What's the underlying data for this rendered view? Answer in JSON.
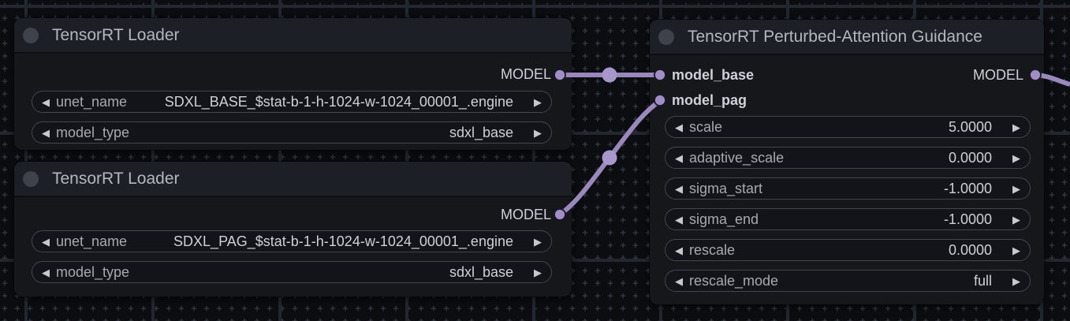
{
  "colors": {
    "canvas-bg": "#0b0d11",
    "grid-line": "#232830",
    "grid-cross": "#30343c",
    "node-bg": "#15171b",
    "node-title-bg": "#1c1f25",
    "collapse-dot": "#3d424b",
    "title-text": "#b4b7bb",
    "port-label": "#ced1d5",
    "widget-label": "#a6aaaf",
    "widget-value": "#ced0d4",
    "pill-bg": "#121419",
    "pill-border": "#43464d",
    "arrow": "#c6c9cd",
    "link": "#9a88bd",
    "port-dot": "#a08ec6",
    "reroute-dot": "#a897cb"
  },
  "icons": {
    "left_arrow": "◀",
    "right_arrow": "▶"
  },
  "nodes": [
    {
      "title": "TensorRT Loader",
      "outputs": [
        {
          "name": "MODEL"
        }
      ],
      "widgets": [
        {
          "label": "unet_name",
          "value": "SDXL_BASE_$stat-b-1-h-1024-w-1024_00001_.engine"
        },
        {
          "label": "model_type",
          "value": "sdxl_base"
        }
      ]
    },
    {
      "title": "TensorRT Loader",
      "outputs": [
        {
          "name": "MODEL"
        }
      ],
      "widgets": [
        {
          "label": "unet_name",
          "value": "SDXL_PAG_$stat-b-1-h-1024-w-1024_00001_.engine"
        },
        {
          "label": "model_type",
          "value": "sdxl_base"
        }
      ]
    },
    {
      "title": "TensorRT Perturbed-Attention Guidance",
      "inputs": [
        {
          "name": "model_base"
        },
        {
          "name": "model_pag"
        }
      ],
      "outputs": [
        {
          "name": "MODEL"
        }
      ],
      "widgets": [
        {
          "label": "scale",
          "value": "5.0000"
        },
        {
          "label": "adaptive_scale",
          "value": "0.0000"
        },
        {
          "label": "sigma_start",
          "value": "-1.0000"
        },
        {
          "label": "sigma_end",
          "value": "-1.0000"
        },
        {
          "label": "rescale",
          "value": "0.0000"
        },
        {
          "label": "rescale_mode",
          "value": "full"
        }
      ]
    }
  ]
}
